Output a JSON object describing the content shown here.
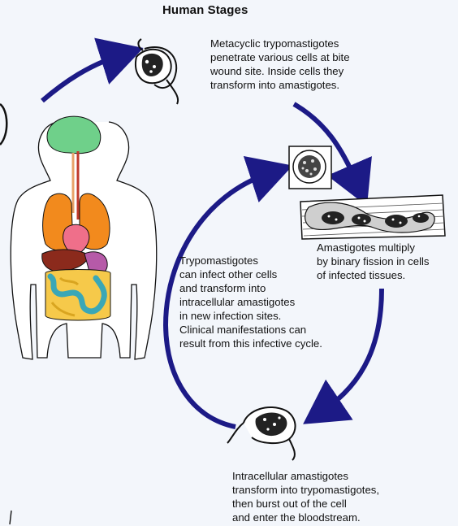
{
  "title": "Human Stages",
  "labels": {
    "metacyclic": [
      "Metacyclic trypomastigotes",
      "penetrate various cells at bite",
      "wound site.  Inside cells they",
      "transform into amastigotes."
    ],
    "amastigotes_multiply": [
      "Amastigotes multiply",
      "by binary fission in cells",
      "of infected tissues."
    ],
    "trypomastigotes_infect": [
      "Trypomastigotes",
      "can infect other cells",
      "and transform into",
      "intracellular amastigotes",
      "in new infection sites.",
      "Clinical manifestations can",
      "result from this infective cycle."
    ],
    "intracellular": [
      "Intracellular amastigotes",
      "transform into trypomastigotes,",
      "then burst out of the cell",
      "and enter the bloodstream."
    ]
  },
  "colors": {
    "arrow": "#1c1a86",
    "brain": "#6fd08a",
    "lungs": "#f28a1d",
    "heart": "#ef6f8a",
    "liver": "#8b2a1c",
    "intestine_small": "#f6c94a",
    "intestine_large": "#3aa7b6",
    "stomach": "#b65aa8",
    "background": "#f3f6fb"
  }
}
